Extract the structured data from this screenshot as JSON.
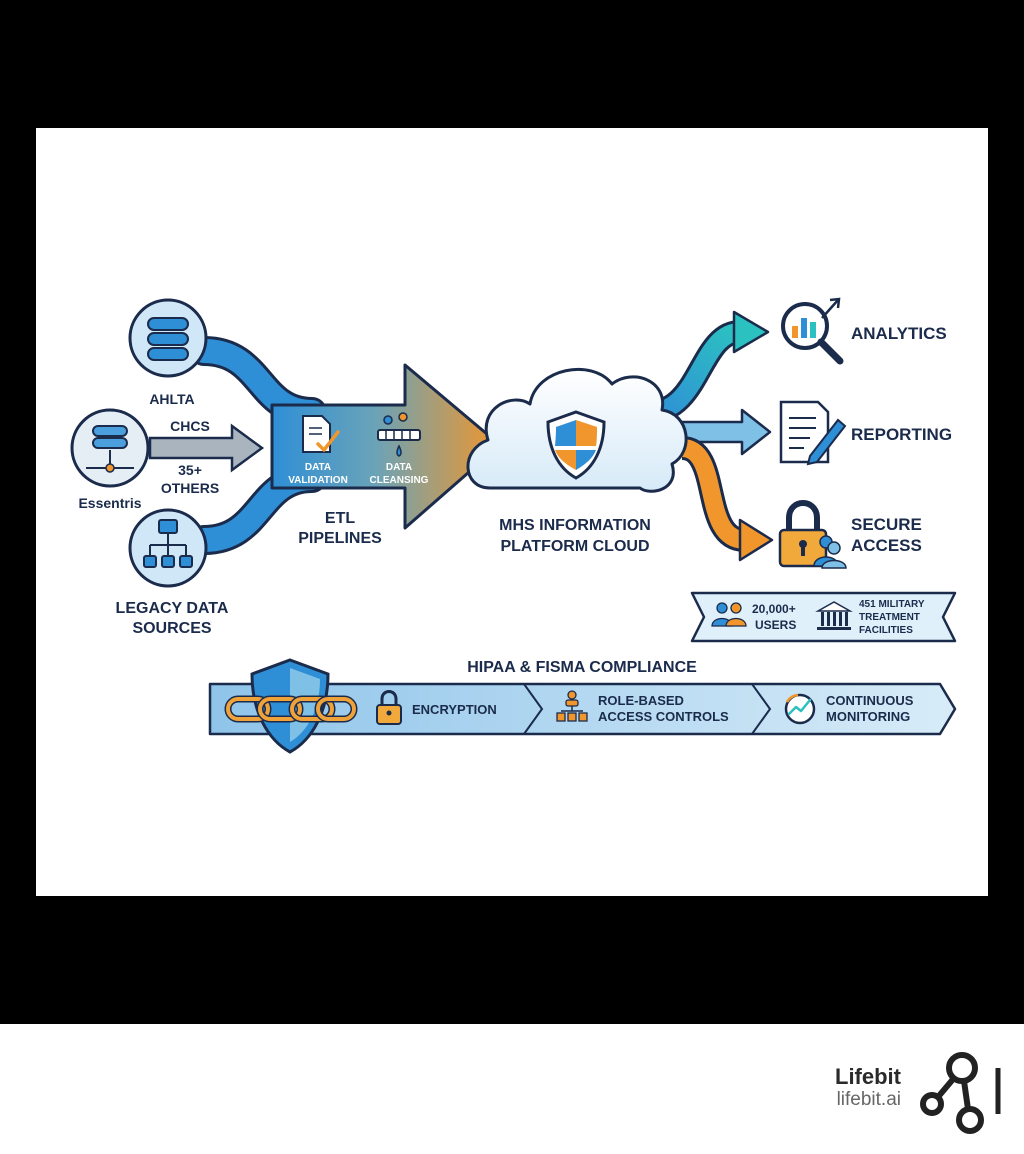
{
  "sources": {
    "ahlta": "AHLTA",
    "chcs": "CHCS",
    "others_count": "35+",
    "others_label": "OTHERS",
    "essentris": "Essentris",
    "legacy_line1": "LEGACY DATA",
    "legacy_line2": "SOURCES"
  },
  "etl": {
    "validation_line1": "DATA",
    "validation_line2": "VALIDATION",
    "cleansing_line1": "DATA",
    "cleansing_line2": "CLEANSING",
    "label_line1": "ETL",
    "label_line2": "PIPELINES"
  },
  "cloud": {
    "label_line1": "MHS INFORMATION",
    "label_line2": "PLATFORM CLOUD"
  },
  "outputs": {
    "analytics": "ANALYTICS",
    "reporting": "REPORTING",
    "secure_line1": "SECURE",
    "secure_line2": "ACCESS"
  },
  "stats": {
    "users_count": "20,000+",
    "users_label": "USERS",
    "facilities_line1": "451 MILITARY",
    "facilities_line2": "TREATMENT",
    "facilities_line3": "FACILITIES"
  },
  "compliance": {
    "title": "HIPAA & FISMA COMPLIANCE",
    "encryption": "ENCRYPTION",
    "rbac_line1": "ROLE-BASED",
    "rbac_line2": "ACCESS CONTROLS",
    "monitoring_line1": "CONTINUOUS",
    "monitoring_line2": "MONITORING"
  },
  "branding": {
    "name": "Lifebit",
    "url": "lifebit.ai"
  },
  "colors": {
    "flow_blue": "#2f8fd6",
    "etl_orange": "#f0962c",
    "teal": "#27b0bd",
    "navy": "#1b2b4b",
    "light_blue": "#cfe7f7"
  }
}
